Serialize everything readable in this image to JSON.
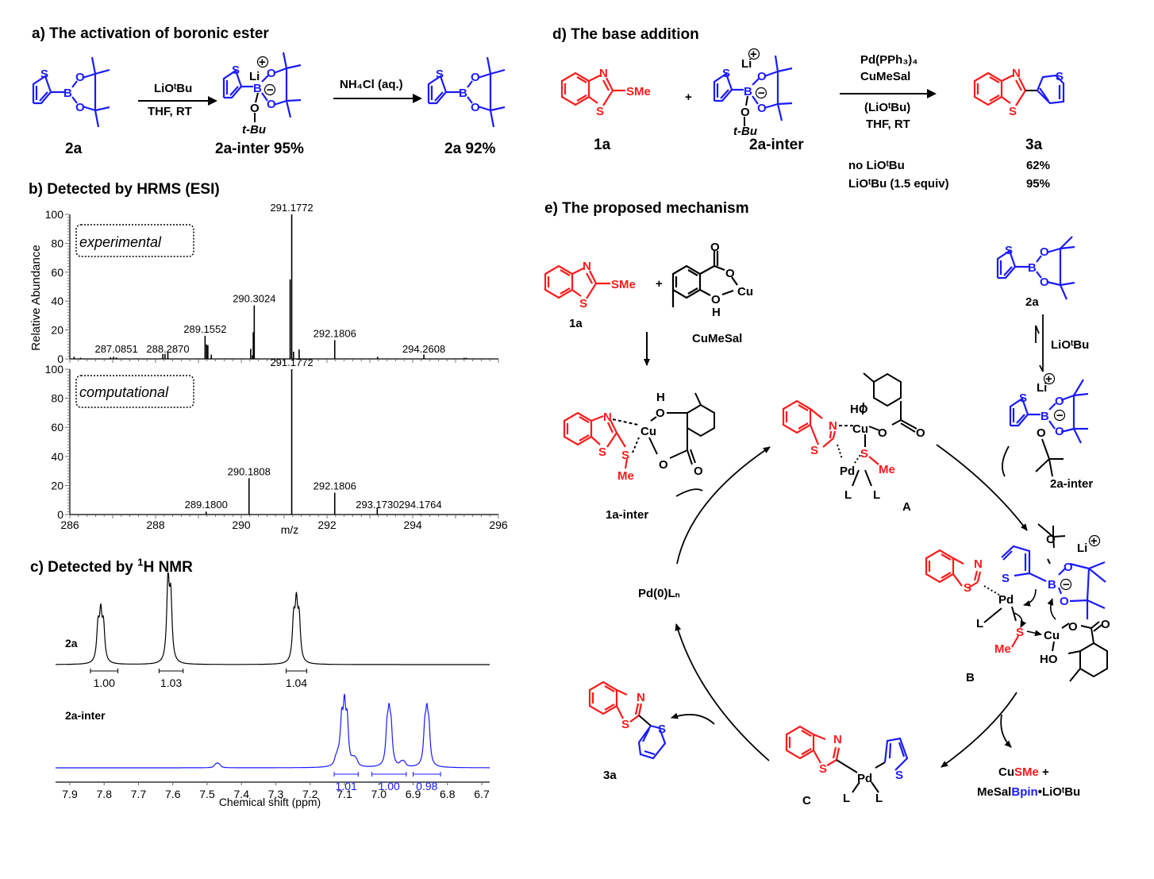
{
  "colors": {
    "red": "#ff1a1a",
    "blue": "#1a1aff",
    "black": "#000000",
    "green_annot": "#4caf50"
  },
  "panel_a": {
    "title": "a) The activation of boronic ester",
    "step1_reagent": "LiOᵗBu",
    "step1_conditions": "THF, RT",
    "step2_reagent": "NH₄Cl (aq.)",
    "start_label": "2a",
    "intermediate_label": "2a-inter 95%",
    "product_label": "2a 92%",
    "atoms": {
      "S": "S",
      "O": "O",
      "B": "B",
      "Li": "Li",
      "tBu": "t-Bu",
      "plus": "+",
      "minus": "−"
    }
  },
  "panel_d": {
    "title": "d) The base addition",
    "reactant1_label": "1a",
    "reactant1_group": "SMe",
    "plus": "+",
    "reactant2_label": "2a-inter",
    "catalyst1": "Pd(PPh₃)₄",
    "catalyst2": "CuMeSal",
    "additive": "(LiOᵗBu)",
    "conditions": "THF, RT",
    "product_label": "3a",
    "results": [
      {
        "condition": "no LiOᵗBu",
        "yield": "62%"
      },
      {
        "condition": "LiOᵗBu (1.5 equiv)",
        "yield": "95%"
      }
    ]
  },
  "panel_e": {
    "title": "e) The proposed mechanism",
    "species": {
      "1a": "1a",
      "1a_group": "SMe",
      "plus": "+",
      "cumesal": "CuMeSal",
      "2a": "2a",
      "liotbu": "LiOᵗBu",
      "2a_inter": "2a-inter",
      "1a_inter": "1a-inter",
      "A": "A",
      "B": "B",
      "C": "C",
      "pd0": "Pd(0)Lₙ",
      "3a": "3a",
      "byproduct_1a": "Cu",
      "byproduct_1b": "SMe",
      "byproduct_1c": " +",
      "byproduct_2a": "MeSal",
      "byproduct_2b": "Bpin",
      "byproduct_2c": "•LiOᵗBu"
    },
    "atoms": {
      "Cu": "Cu",
      "Pd": "Pd",
      "L": "L",
      "Me": "Me",
      "HO": "HO",
      "H": "H",
      "O": "O",
      "N": "N",
      "S": "S",
      "B": "B",
      "Li": "Li"
    }
  },
  "chart_data": [
    {
      "type": "bar",
      "title": "b) Detected by HRMS (ESI)",
      "subplot": "experimental",
      "xlabel": "m/z",
      "ylabel": "Relative Abundance",
      "xlim": [
        286,
        296
      ],
      "ylim": [
        0,
        100
      ],
      "yticks": [
        0,
        20,
        40,
        60,
        80,
        100
      ],
      "xticks": [
        286,
        288,
        290,
        292,
        294,
        296
      ],
      "peaks": [
        {
          "mz": 286.1,
          "value": 1.5
        },
        {
          "mz": 286.25,
          "value": 0.8
        },
        {
          "mz": 286.95,
          "value": 1.2
        },
        {
          "mz": 287.02,
          "value": 1.5
        },
        {
          "mz": 287.0851,
          "value": 1.0,
          "label": "287.0851"
        },
        {
          "mz": 288.17,
          "value": 3.5
        },
        {
          "mz": 288.22,
          "value": 3.5
        },
        {
          "mz": 288.287,
          "value": 4.5,
          "label": "288.2870"
        },
        {
          "mz": 289.1552,
          "value": 16,
          "label": "289.1552"
        },
        {
          "mz": 289.19,
          "value": 10
        },
        {
          "mz": 289.22,
          "value": 9.5
        },
        {
          "mz": 289.3,
          "value": 3
        },
        {
          "mz": 290.22,
          "value": 7
        },
        {
          "mz": 290.26,
          "value": 2.5
        },
        {
          "mz": 290.28,
          "value": 18.5
        },
        {
          "mz": 290.3024,
          "value": 37,
          "label": "290.3024"
        },
        {
          "mz": 291.14,
          "value": 55
        },
        {
          "mz": 291.1772,
          "value": 100,
          "label": "291.1772"
        },
        {
          "mz": 291.22,
          "value": 5
        },
        {
          "mz": 291.35,
          "value": 6.5
        },
        {
          "mz": 292.1806,
          "value": 13,
          "label": "292.1806"
        },
        {
          "mz": 293.18,
          "value": 1.5
        },
        {
          "mz": 294.2608,
          "value": 3,
          "label": "294.2608"
        },
        {
          "mz": 295.2,
          "value": 0.8
        },
        {
          "mz": 295.25,
          "value": 0.8
        }
      ]
    },
    {
      "type": "bar",
      "subplot": "computational",
      "xlabel": "m/z",
      "ylabel": "Relative Abundance",
      "xlim": [
        286,
        296
      ],
      "ylim": [
        0,
        100
      ],
      "yticks": [
        0,
        20,
        40,
        60,
        80,
        100
      ],
      "xticks": [
        286,
        288,
        290,
        292,
        294,
        296
      ],
      "peaks": [
        {
          "mz": 289.18,
          "value": 2,
          "label": "289.1800"
        },
        {
          "mz": 290.1808,
          "value": 25,
          "label": "290.1808"
        },
        {
          "mz": 291.1772,
          "value": 100,
          "label": "291.1772"
        },
        {
          "mz": 292.1806,
          "value": 15,
          "label": "292.1806"
        },
        {
          "mz": 293.173,
          "value": 4.5,
          "label": "293.1730"
        },
        {
          "mz": 294.1764,
          "value": 0.5,
          "label": "294.1764"
        }
      ]
    },
    {
      "type": "line",
      "title": "c) Detected by ¹H NMR",
      "xlabel": "Chemical shift (ppm)",
      "xlim": [
        7.9,
        6.7
      ],
      "xticks": [
        7.9,
        7.8,
        7.7,
        7.6,
        7.5,
        7.4,
        7.3,
        7.2,
        7.1,
        7.0,
        6.9,
        6.8,
        6.7
      ],
      "series": [
        {
          "name": "2a",
          "color": "#000000",
          "peaks": [
            {
              "ppm": 7.81,
              "height": 0.84,
              "multiplet": "dd"
            },
            {
              "ppm": 7.61,
              "height": 1.0,
              "multiplet": "d"
            },
            {
              "ppm": 7.24,
              "height": 1.0,
              "multiplet": "dd"
            }
          ],
          "integrals": [
            {
              "ppm_from": 7.84,
              "ppm_to": 7.76,
              "value": "1.00"
            },
            {
              "ppm_from": 7.64,
              "ppm_to": 7.57,
              "value": "1.03"
            },
            {
              "ppm_from": 7.27,
              "ppm_to": 7.21,
              "value": "1.04"
            }
          ]
        },
        {
          "name": "2a-inter",
          "color": "#1a1aff",
          "peaks": [
            {
              "ppm": 7.47,
              "height": 0.06,
              "multiplet": "m"
            },
            {
              "ppm": 7.12,
              "height": 0.12,
              "multiplet": "m"
            },
            {
              "ppm": 7.1,
              "height": 1.0,
              "multiplet": "dd"
            },
            {
              "ppm": 7.07,
              "height": 0.1,
              "multiplet": "m"
            },
            {
              "ppm": 6.97,
              "height": 0.78,
              "multiplet": "m"
            },
            {
              "ppm": 6.93,
              "height": 0.07,
              "multiplet": "m"
            },
            {
              "ppm": 6.86,
              "height": 0.78,
              "multiplet": "m"
            }
          ],
          "integrals": [
            {
              "ppm_from": 7.13,
              "ppm_to": 7.06,
              "value": "1.01"
            },
            {
              "ppm_from": 7.02,
              "ppm_to": 6.92,
              "value": "1.00"
            },
            {
              "ppm_from": 6.9,
              "ppm_to": 6.82,
              "value": "0.98"
            }
          ]
        }
      ]
    }
  ],
  "plot_labels": {
    "exp_box": "experimental",
    "comp_box": "computational",
    "nmr_2a": "2a",
    "nmr_2a_inter": "2a-inter"
  }
}
